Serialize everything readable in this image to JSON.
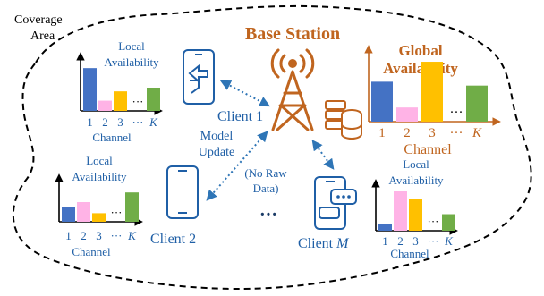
{
  "coverage_label": [
    "Coverage",
    "Area"
  ],
  "base_station": "Base Station",
  "global": {
    "title": [
      "Global",
      "Availability"
    ],
    "xticks": [
      "1",
      "2",
      "3",
      "···",
      "K"
    ],
    "xlabel": "Channel",
    "bars": [
      {
        "value": 0.62,
        "color": "#4472c4"
      },
      {
        "value": 0.22,
        "color": "#ffb3e6"
      },
      {
        "value": 0.93,
        "color": "#ffc000"
      },
      {
        "value": 0.56,
        "color": "#70ad47"
      }
    ]
  },
  "local1": {
    "title": [
      "Local",
      "Availability"
    ],
    "xticks": [
      "1",
      "2",
      "3",
      "···",
      "K"
    ],
    "xlabel": "Channel",
    "bars": [
      {
        "value": 0.92,
        "color": "#4472c4"
      },
      {
        "value": 0.22,
        "color": "#ffb3e6"
      },
      {
        "value": 0.42,
        "color": "#ffc000"
      },
      {
        "value": 0.5,
        "color": "#70ad47"
      }
    ]
  },
  "local2": {
    "title": [
      "Local",
      "Availability"
    ],
    "xticks": [
      "1",
      "2",
      "3",
      "···",
      "K"
    ],
    "xlabel": "Channel",
    "bars": [
      {
        "value": 0.4,
        "color": "#4472c4"
      },
      {
        "value": 0.55,
        "color": "#ffb3e6"
      },
      {
        "value": 0.24,
        "color": "#ffc000"
      },
      {
        "value": 0.82,
        "color": "#70ad47"
      }
    ]
  },
  "localM": {
    "title": [
      "Local",
      "Availability"
    ],
    "xticks": [
      "1",
      "2",
      "3",
      "···",
      "K"
    ],
    "xlabel": "Channel",
    "bars": [
      {
        "value": 0.18,
        "color": "#4472c4"
      },
      {
        "value": 1.0,
        "color": "#ffb3e6"
      },
      {
        "value": 0.8,
        "color": "#ffc000"
      },
      {
        "value": 0.42,
        "color": "#70ad47"
      }
    ]
  },
  "clients": {
    "c1": "Client 1",
    "c2": "Client 2",
    "cm_prefix": "Client ",
    "cm_var": "M",
    "ellipsis": "···"
  },
  "annotations": {
    "model_update": [
      "Model",
      "Update"
    ],
    "no_raw_data": [
      "(No Raw",
      "Data)"
    ]
  },
  "colors": {
    "blue_text": "#1f5fa6",
    "brown": "#c0651f",
    "dots": "#2e75b6"
  }
}
